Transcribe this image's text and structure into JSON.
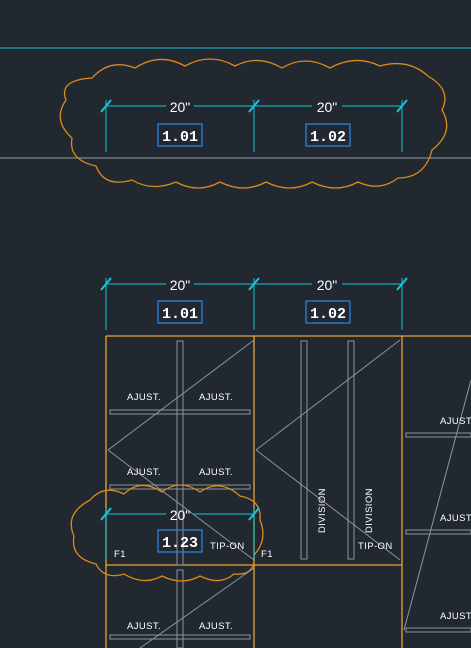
{
  "drawing": {
    "top_group": {
      "dim_left": "20\"",
      "dim_right": "20\"",
      "tag_left": "1.01",
      "tag_right": "1.02"
    },
    "mid_group": {
      "dim_left": "20\"",
      "dim_right": "20\"",
      "tag_left": "1.01",
      "tag_right": "1.02"
    },
    "lower_group": {
      "dim": "20\"",
      "tag": "1.23",
      "tipon_left": "TIP-ON",
      "f1_left": "F1",
      "f1_right": "F1"
    },
    "cabinet_labels": {
      "adjust": "AJUST.",
      "division": "DIVISION",
      "tipon_right": "TIP-ON",
      "adjust_right_cut": "AJUST"
    }
  },
  "colors": {
    "background": "#212830",
    "dimension": "#19c6d6",
    "cabinet": "#e8a33a",
    "revision_cloud": "#d98a1e",
    "tag_box": "#2a7bd5",
    "shelf": "#8e949a"
  }
}
